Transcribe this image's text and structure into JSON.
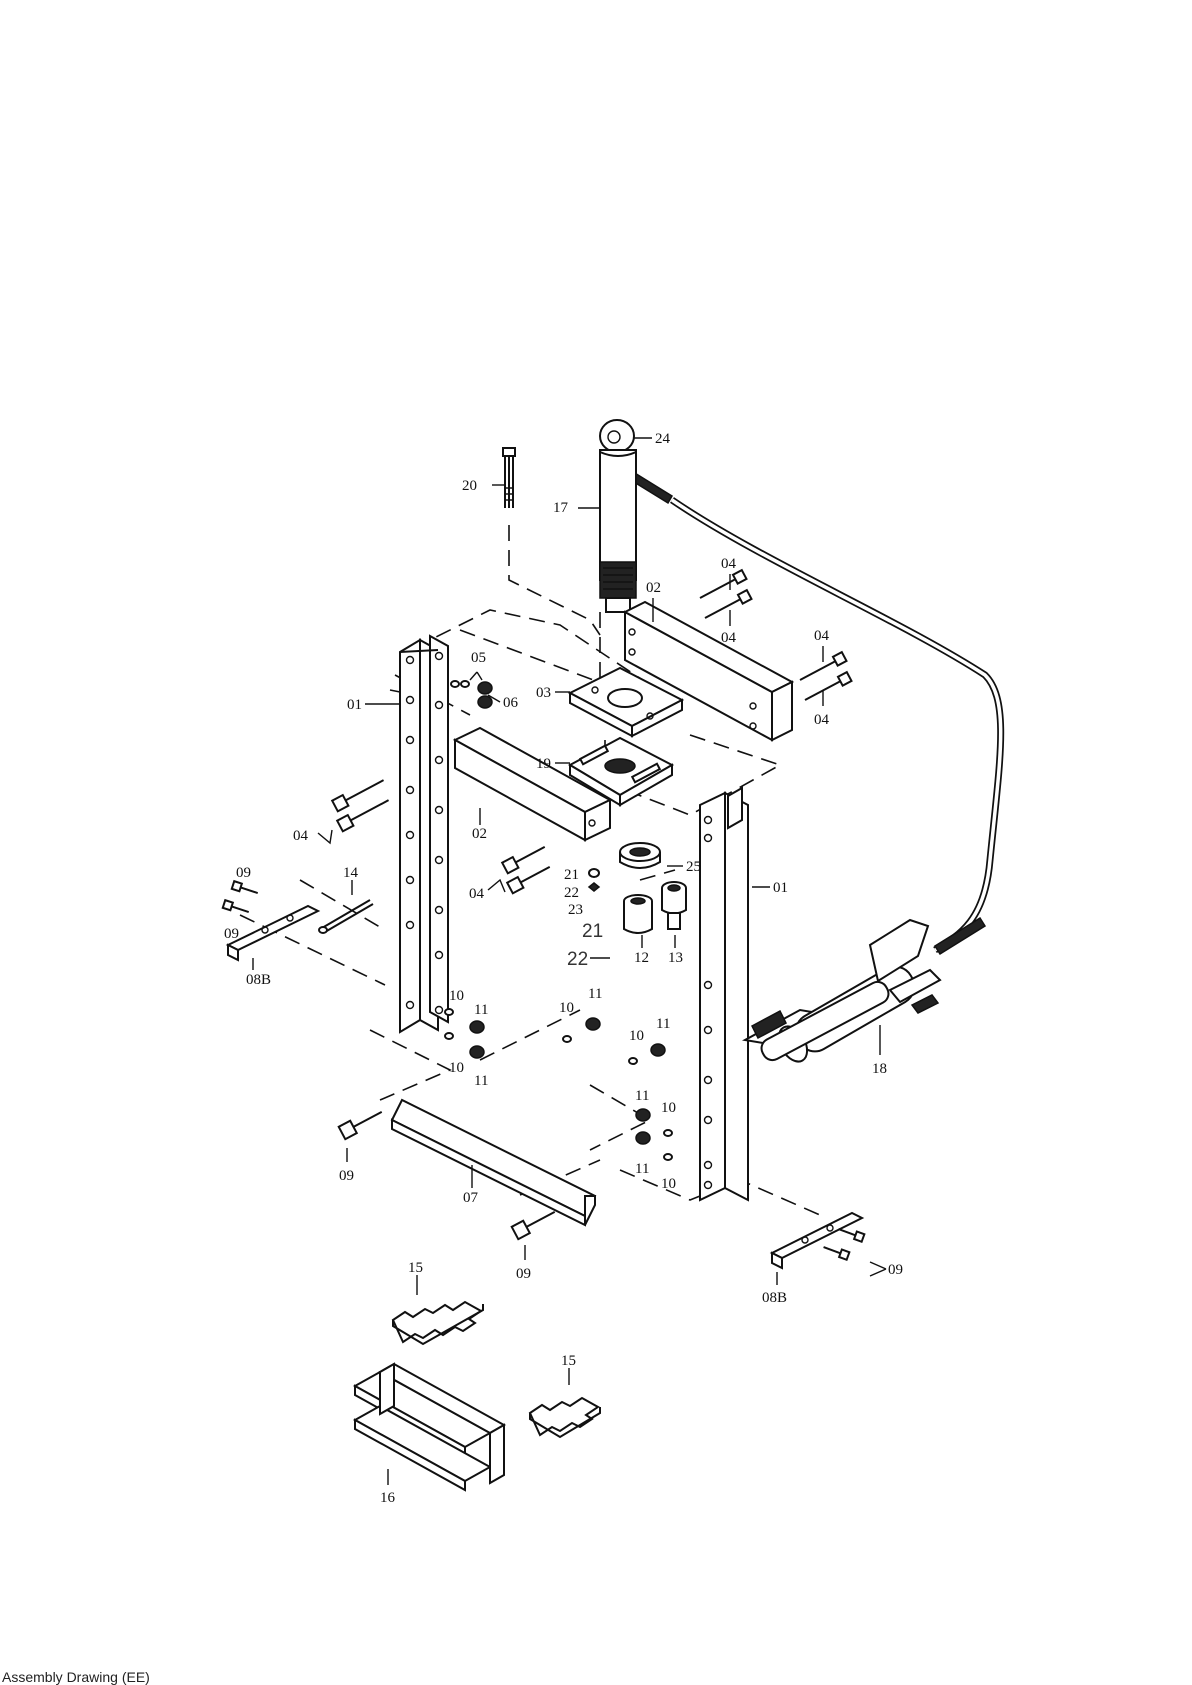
{
  "callouts": {
    "c01a": "01",
    "c01b": "01",
    "c02a": "02",
    "c02b": "02",
    "c03": "03",
    "c04a": "04",
    "c04b": "04",
    "c04c": "04",
    "c04d": "04",
    "c04e": "04",
    "c04f": "04",
    "c05": "05",
    "c06": "06",
    "c07": "07",
    "c08a": "08B",
    "c08b": "08B",
    "c09a": "09",
    "c09b": "09",
    "c09c": "09",
    "c09d": "09",
    "c09e": "09",
    "c10a": "10",
    "c10b": "10",
    "c10c": "10",
    "c10d": "10",
    "c10e": "10",
    "c10f": "10",
    "c11a": "11",
    "c11b": "11",
    "c11c": "11",
    "c11d": "11",
    "c11e": "11",
    "c11f": "11",
    "c12": "12",
    "c13": "13",
    "c14": "14",
    "c15a": "15",
    "c15b": "15",
    "c16": "16",
    "c17": "17",
    "c18": "18",
    "c19": "19",
    "c20": "20",
    "c21": "21",
    "c22": "22",
    "c23": "23",
    "c24": "24",
    "c25": "25",
    "c21big": "21",
    "c22big": "22"
  },
  "footer": "Assembly Drawing (EE)"
}
